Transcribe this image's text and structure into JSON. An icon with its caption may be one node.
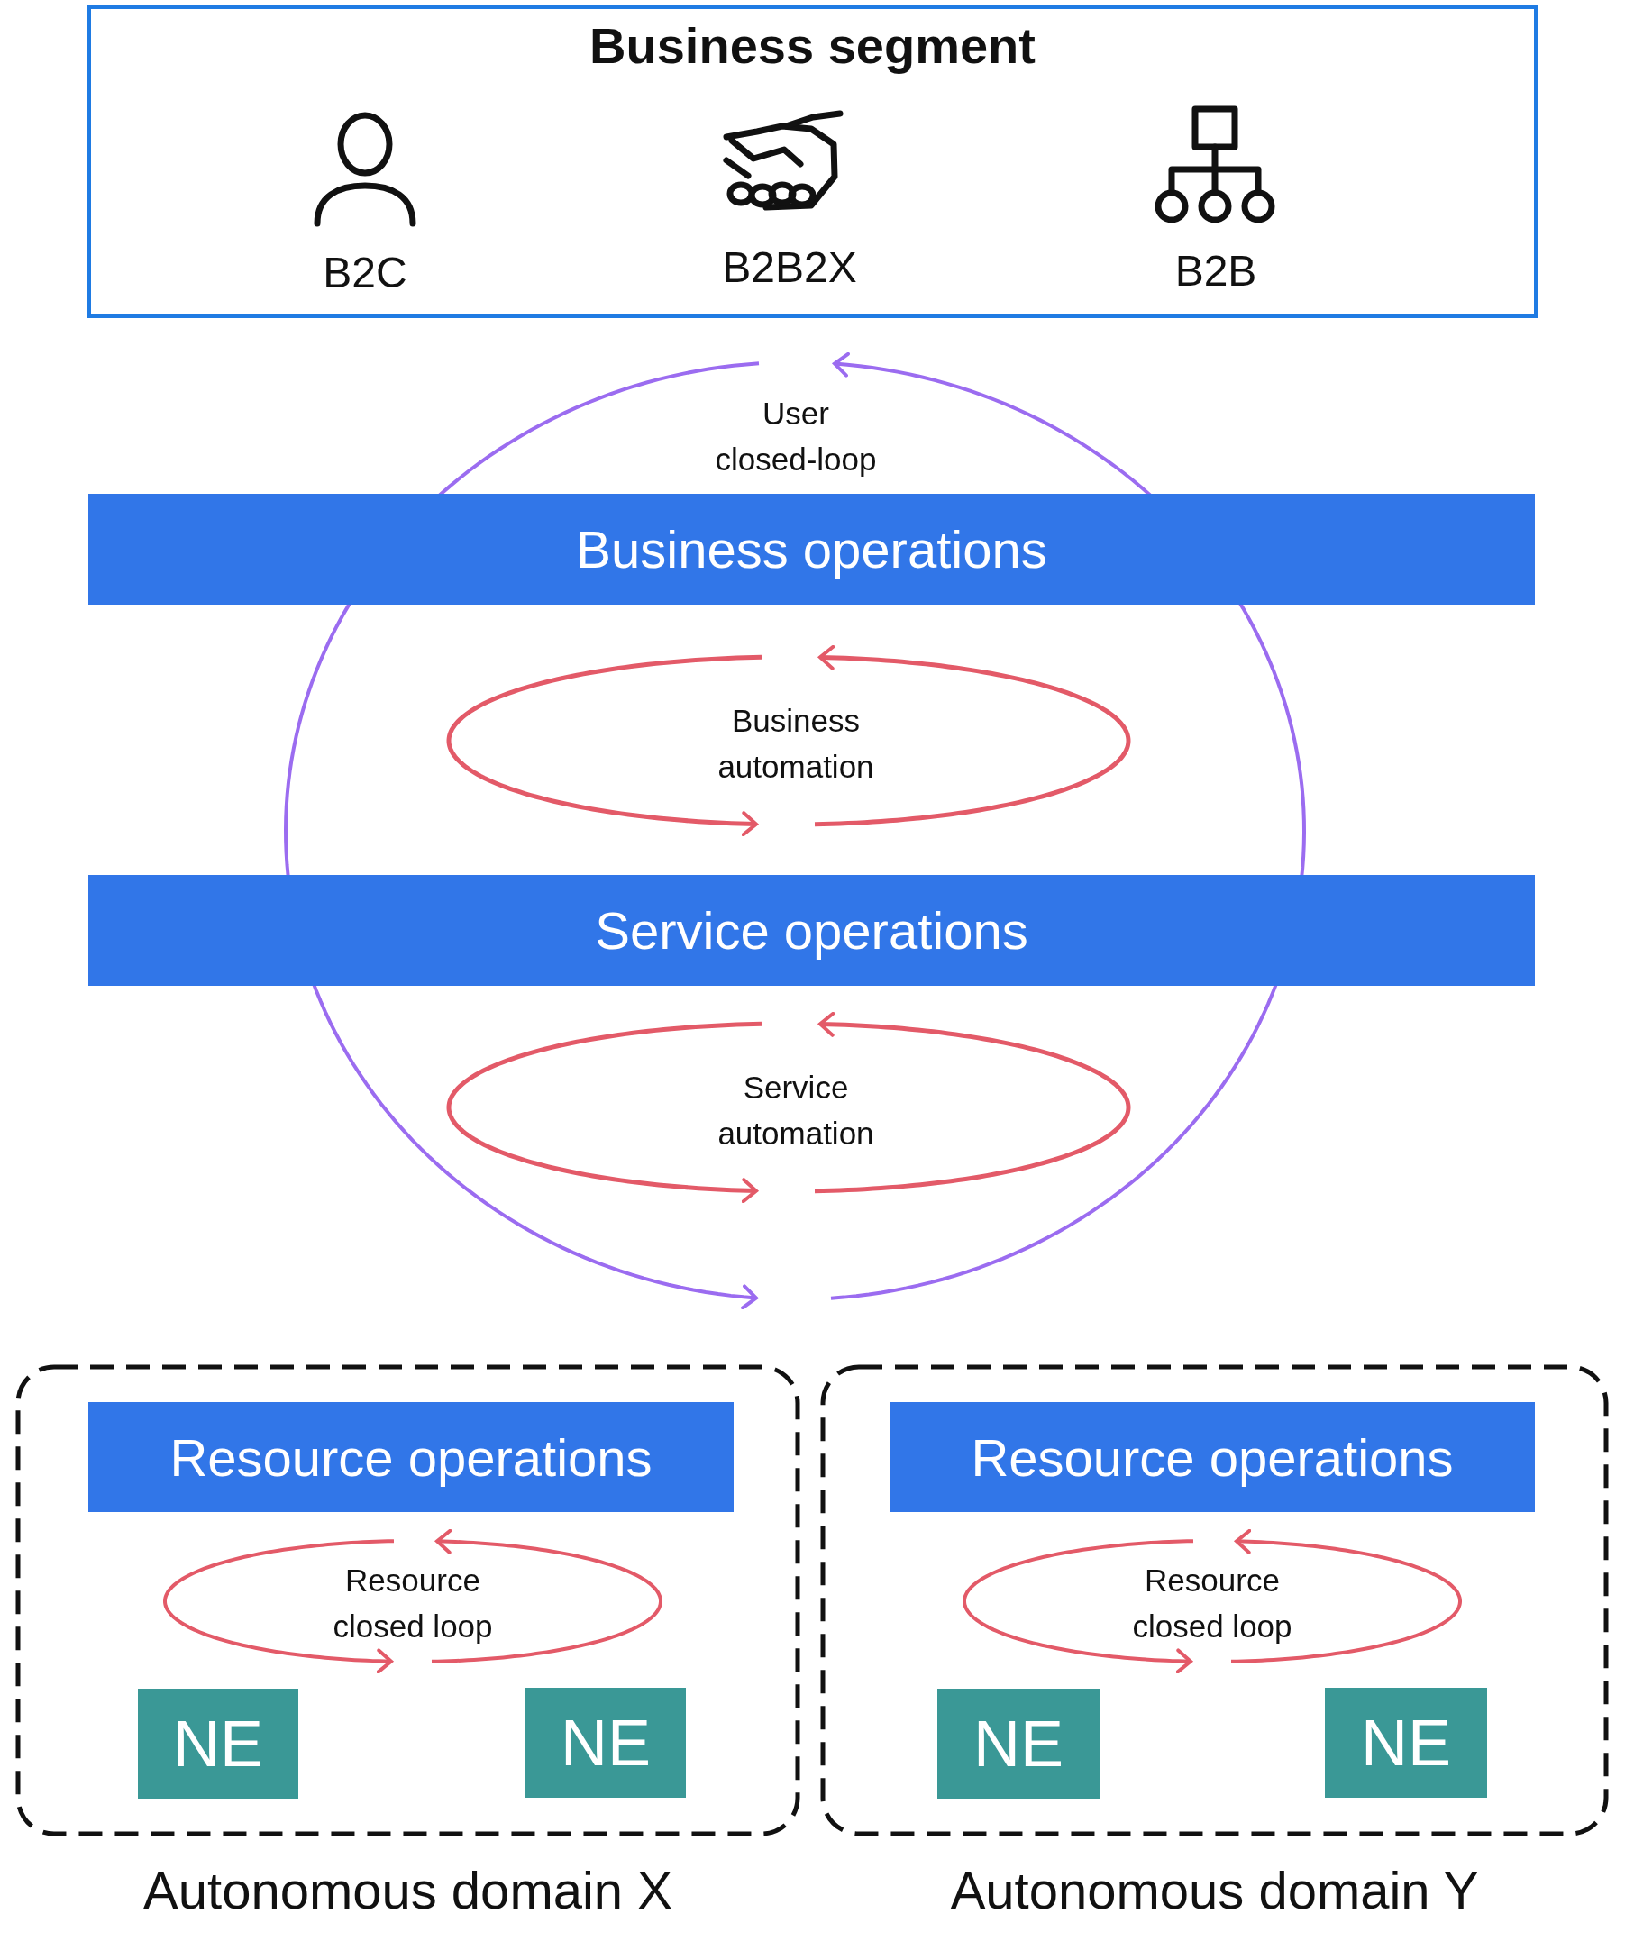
{
  "diagram": {
    "nodes": [
      {
        "text": [
          "Business segment"
        ]
      },
      {
        "text": [
          "Business operations"
        ]
      },
      {
        "text": [
          "Service operations"
        ]
      },
      {
        "text": [
          "Autonomous domain X"
        ]
      },
      {
        "text": [
          "Resource operations"
        ],
        "in": 3
      },
      {
        "text": [
          "NE"
        ],
        "in": 3
      },
      {
        "text": [
          "NE"
        ],
        "in": 3
      },
      {
        "text": [
          "Autonomous domain Y"
        ]
      },
      {
        "text": [
          "Resource operations"
        ],
        "in": 7
      },
      {
        "text": [
          "NE"
        ],
        "in": 7
      },
      {
        "text": [
          "NE"
        ],
        "in": 7
      }
    ],
    "labels": [
      "B2C",
      "B2B2X",
      "B2B",
      "User closed-loop",
      "Business automation",
      "Service automation",
      "Resource closed loop",
      "Resource closed loop"
    ]
  }
}
